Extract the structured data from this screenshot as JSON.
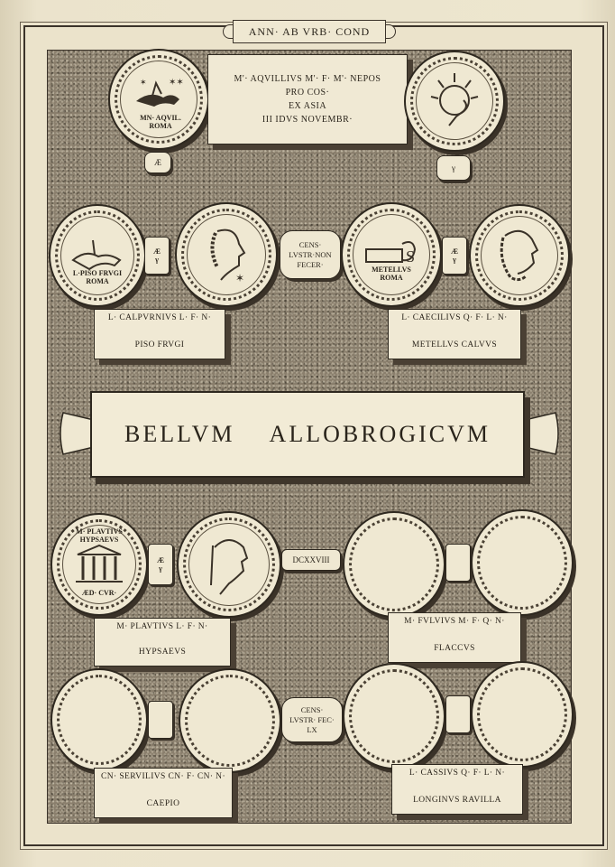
{
  "header": {
    "title": "ANN· AB VRB· COND"
  },
  "top": {
    "inscription": [
      "M'· AQVILLIVS  M'· F· M'· NEPOS",
      "PRO COS·",
      "EX ASIA",
      "III IDVS NOVEMBR·"
    ],
    "coin_left_legend": [
      "MN· AQVIL.",
      "ROMA"
    ],
    "coin_left_tab": "Æ",
    "coin_right_tab": "γ"
  },
  "row2": {
    "left_coin_legend": [
      "L·PISO FRVGI",
      "ROMA"
    ],
    "left_link": [
      "Æ",
      "γ"
    ],
    "left_label": [
      "L· CALPVRNIVS L· F· N·",
      "PISO FRVGI"
    ],
    "cens": [
      "CENS·",
      "LVSTR·NON",
      "FECER·"
    ],
    "right_coin_legend": [
      "METELLVS",
      "ROMA"
    ],
    "right_coin_letter": "S",
    "right_link": [
      "Æ",
      "γ"
    ],
    "right_label": [
      "L· CAECILIVS  Q· F· L· N·",
      "METELLVS CALVVS"
    ]
  },
  "banner": {
    "text": "BELLVM ALLOBROGICVM"
  },
  "row3": {
    "left_coin_legend": [
      "M· PLAVTIVS",
      "HYPSAEVS",
      "ÆD· CVR·"
    ],
    "left_link": [
      "Æ",
      "γ"
    ],
    "left_label": [
      "M· PLAVTIVS  L· F· N·",
      "HYPSAEVS"
    ],
    "year_tab": "DCXXVIII",
    "right_label": [
      "M· FVLVIVS  M· F· Q· N·",
      "FLACCVS"
    ]
  },
  "row4": {
    "cens": [
      "CENS·",
      "LVSTR· FEC·",
      "LX"
    ],
    "left_label": [
      "CN· SERVILIVS  CN· F· CN· N·",
      "CAEPIO"
    ],
    "right_label": [
      "L· CASSIVS  Q· F· L· N·",
      "LONGINVS RAVILLA"
    ]
  }
}
